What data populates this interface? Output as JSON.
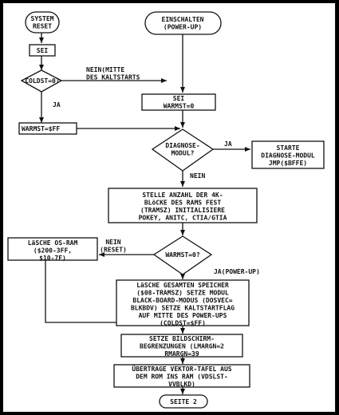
{
  "nodes": {
    "system_reset": [
      "SYSTEM",
      "RESET"
    ],
    "einschalten": [
      "EINSCHALTEN",
      "(POWER-UP)"
    ],
    "sei": [
      "SEI"
    ],
    "coldst": [
      "COLDST=0?"
    ],
    "sei_warmst": [
      "SEI",
      "WARMST=0"
    ],
    "warmst_ff": [
      "WARMST=$FF"
    ],
    "diagnose": [
      "DIAGNOSE-",
      "MODUL?"
    ],
    "starte_diag": [
      "STARTE",
      "DIAGNOSE-MODUL",
      "JMP($BFFE)"
    ],
    "stelle": [
      "STELLE ANZAHL DER 4K-",
      "BLöCKE DES RAMS FEST",
      "(TRAMSZ) INITIALISIERE",
      "POKEY, ANITC, CTIA/GTIA"
    ],
    "warmst_q": [
      "WARMST=0?"
    ],
    "losche_os": [
      "LäSCHE OS-RAM",
      "($200-3FF,",
      "$10-7F)"
    ],
    "losche_ges": [
      "LäSCHE GESAMTEN SPEICHER",
      "($08-TRAMSZ) SETZE MODUL",
      "BLACK-BOARD-MODUS (DOSVEC=",
      "BLKBDV) SETZE KALTSTARTFLAG",
      "AUF MITTE DES POWER-UPS",
      "(COLDST=$FF)"
    ],
    "bildschirm": [
      "SETZE BILDSCHIRM-",
      "BEGRENZUNGEN (LMARGN=2",
      "RMARGN=39"
    ],
    "vektor": [
      "ÜBERTRAGE VEKTOR-TAFEL AUS",
      "DEM ROM INS RAM (VDSLST-",
      "VVBLKD)"
    ],
    "seite": [
      "SEITE 2"
    ]
  },
  "labels": {
    "nein_mitte": [
      "NEIN(MITTE",
      "DES KALTSTARTS"
    ],
    "ja1": "JA",
    "ja2": "JA",
    "nein2": "NEIN",
    "nein_reset": [
      "NEIN",
      "(RESET)"
    ],
    "ja_power": "JA(POWER-UP)"
  }
}
